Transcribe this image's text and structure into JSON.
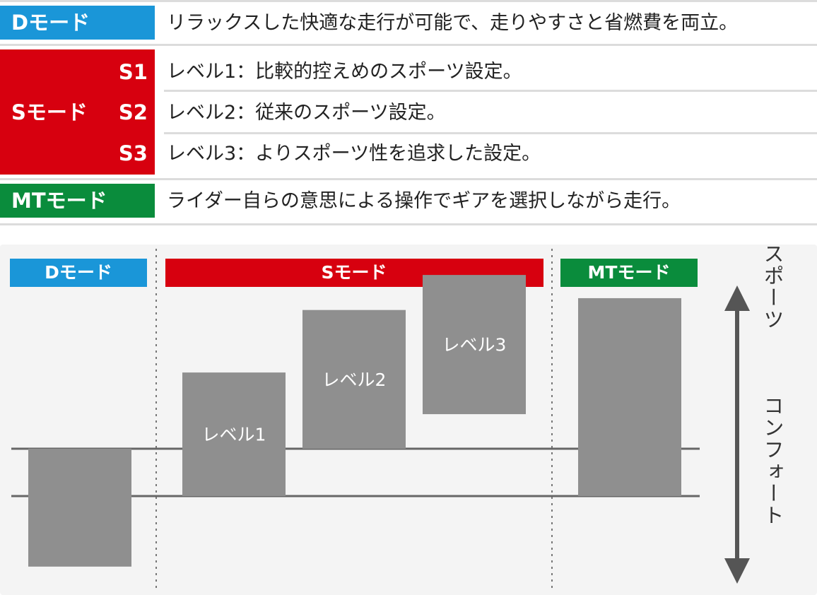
{
  "colors": {
    "d_mode": "#1a96d8",
    "s_mode": "#d7000f",
    "mt_mode": "#0a8c3c",
    "box": "#8f8f8f",
    "line": "#666666",
    "panel_bg": "#f4f4f4"
  },
  "table": {
    "d_row": {
      "label": "Dモード",
      "description": "リラックスした快適な走行が可能で、走りやすさと省燃費を両立。"
    },
    "s_row": {
      "label": "Sモード",
      "levels": [
        {
          "tag": "S1",
          "description": "レベル1：比較的控えめのスポーツ設定。"
        },
        {
          "tag": "S2",
          "description": "レベル2：従来のスポーツ設定。"
        },
        {
          "tag": "S3",
          "description": "レベル3：よりスポーツ性を追求した設定。"
        }
      ]
    },
    "mt_row": {
      "label": "MTモード",
      "description": "ライダー自らの意思による操作でギアを選択しながら走行。"
    }
  },
  "diagram": {
    "headers": [
      "Dモード",
      "Sモード",
      "MTモード"
    ],
    "boxes": [
      {
        "label": "",
        "low": -1.49,
        "high": 1.0
      },
      {
        "label": "レベル1",
        "low": 0.0,
        "high": 2.61
      },
      {
        "label": "レベル2",
        "low": 1.0,
        "high": 3.93
      },
      {
        "label": "レベル3",
        "low": 1.73,
        "high": 4.67
      },
      {
        "label": "",
        "low": 0.0,
        "high": 4.18
      }
    ],
    "axis_top_label": "スポーツ",
    "axis_bottom_label": "コンフォート"
  }
}
